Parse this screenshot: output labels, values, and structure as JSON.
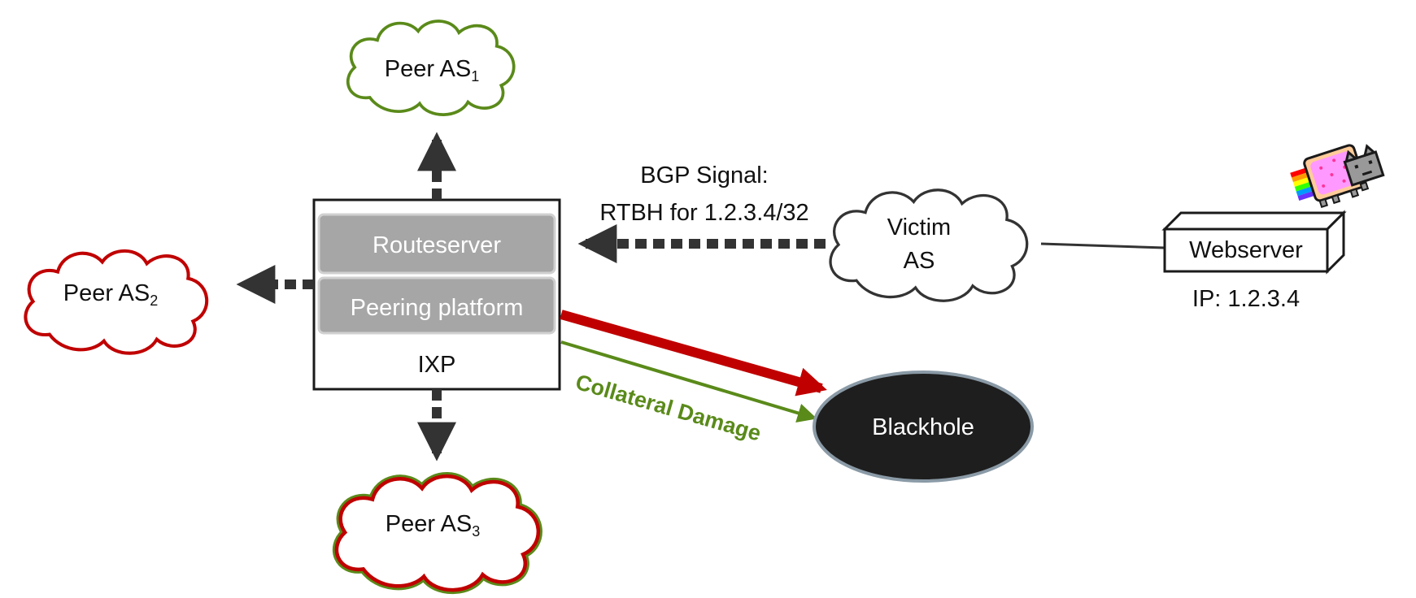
{
  "clouds": {
    "peer1": {
      "name": "Peer AS",
      "sub": "1"
    },
    "peer2": {
      "name": "Peer AS",
      "sub": "2"
    },
    "peer3": {
      "name": "Peer AS",
      "sub": "3"
    },
    "victim": {
      "line1": "Victim",
      "line2": "AS"
    }
  },
  "ixp": {
    "label": "IXP",
    "routeserver": "Routeserver",
    "peering_platform": "Peering platform"
  },
  "signal": {
    "line1": "BGP Signal:",
    "line2": "RTBH for 1.2.3.4/32"
  },
  "webserver": {
    "label": "Webserver",
    "ip": "IP: 1.2.3.4"
  },
  "blackhole": {
    "label": "Blackhole"
  },
  "collateral_label": "Collateral Damage",
  "colors": {
    "red": "#c00000",
    "green": "#5a8a1a",
    "dark": "#333333",
    "gray_box": "#a6a6a6",
    "blackhole": "#1e1e1e"
  }
}
